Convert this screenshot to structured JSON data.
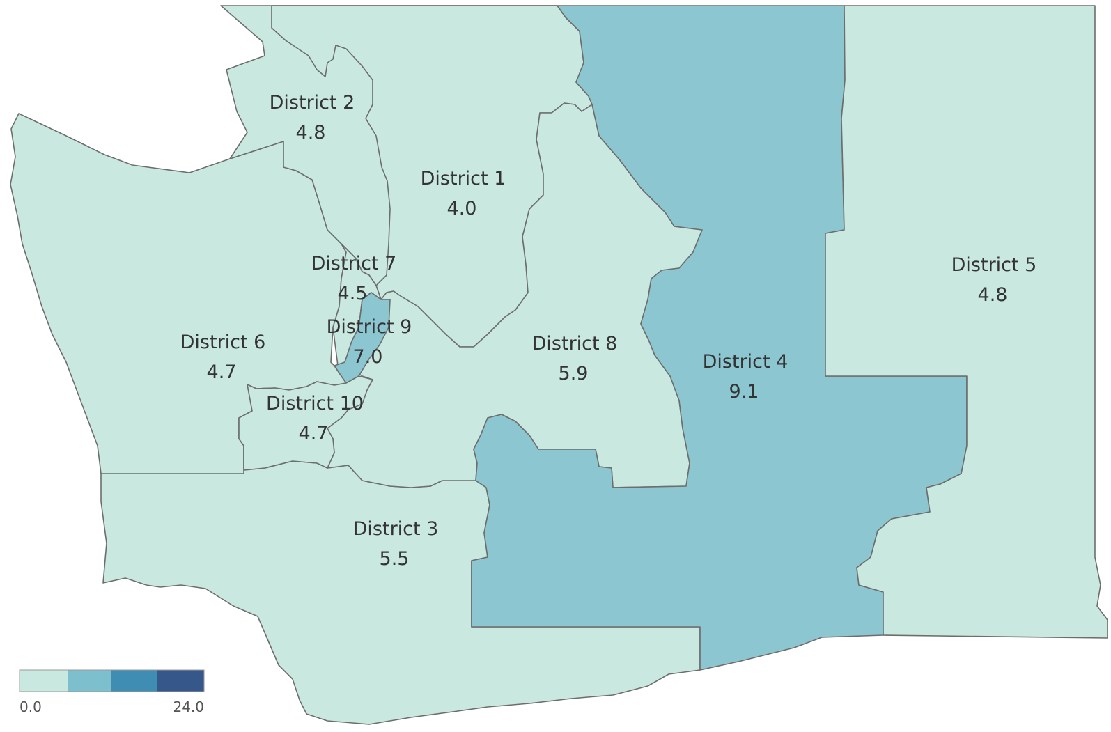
{
  "map": {
    "colors": {
      "low": "#c9e8df",
      "mid": "#8cc6d1",
      "border": "#6d6d6d"
    },
    "districts": [
      {
        "id": "d1",
        "label": "District 1",
        "value": "4.0",
        "shade": "low"
      },
      {
        "id": "d2",
        "label": "District 2",
        "value": "4.8",
        "shade": "low"
      },
      {
        "id": "d3",
        "label": "District 3",
        "value": "5.5",
        "shade": "low"
      },
      {
        "id": "d4",
        "label": "District 4",
        "value": "9.1",
        "shade": "mid"
      },
      {
        "id": "d5",
        "label": "District 5",
        "value": "4.8",
        "shade": "low"
      },
      {
        "id": "d6",
        "label": "District 6",
        "value": "4.7",
        "shade": "low"
      },
      {
        "id": "d7",
        "label": "District 7",
        "value": "4.5",
        "shade": "low"
      },
      {
        "id": "d8",
        "label": "District 8",
        "value": "5.9",
        "shade": "low"
      },
      {
        "id": "d9",
        "label": "District 9",
        "value": "7.0",
        "shade": "mid"
      },
      {
        "id": "d10",
        "label": "District 10",
        "value": "4.7",
        "shade": "low"
      }
    ]
  },
  "legend": {
    "min_label": "0.0",
    "max_label": "24.0",
    "min": 0.0,
    "max": 24.0,
    "steps": [
      "#c9e8df",
      "#7dbfcc",
      "#3f8db3",
      "#35578a"
    ]
  }
}
